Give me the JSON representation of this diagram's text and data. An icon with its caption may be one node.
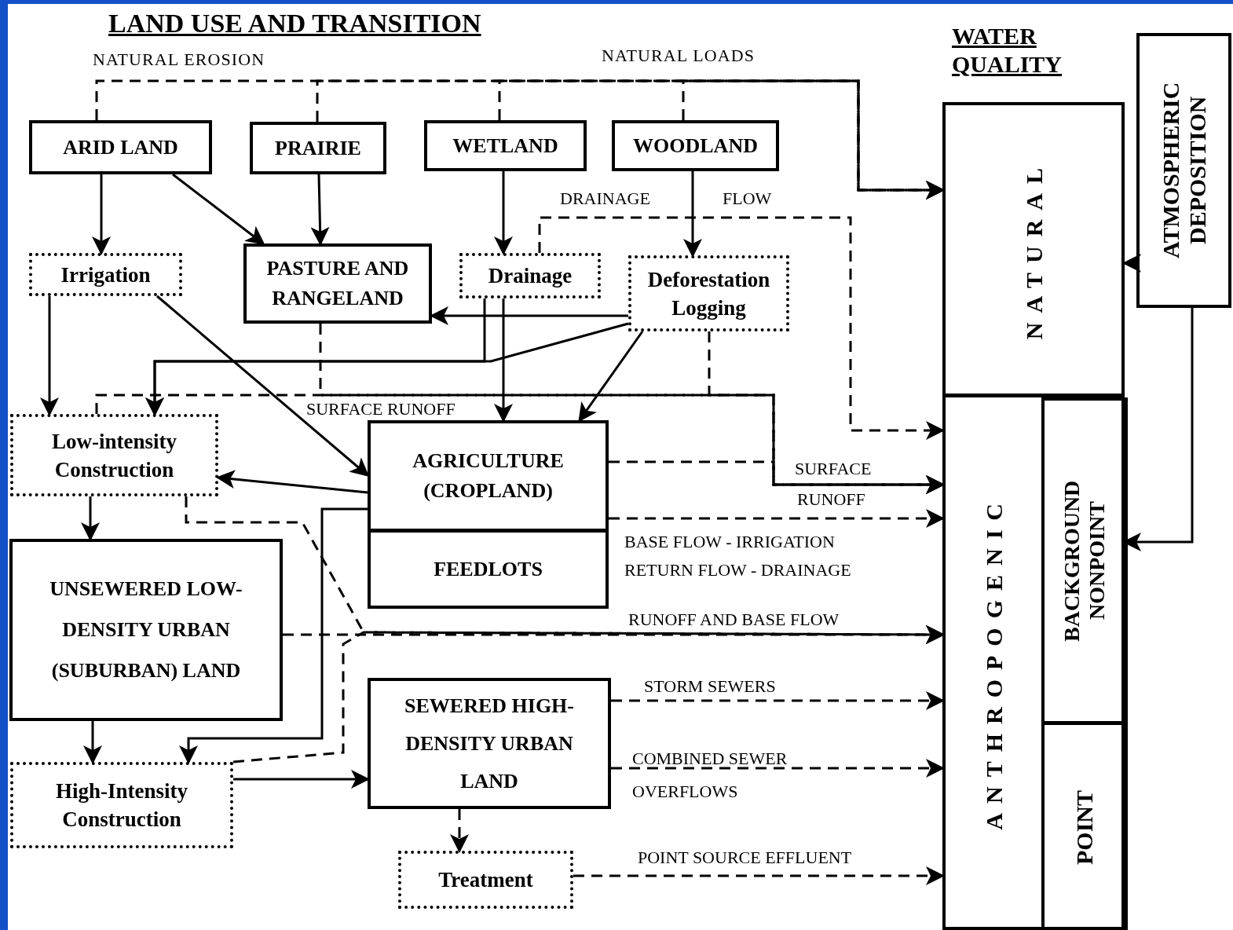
{
  "diagram": {
    "title": "LAND USE AND TRANSITION",
    "nodes": [
      {
        "text": [
          "ARID LAND"
        ]
      },
      {
        "text": [
          "PRAIRIE"
        ]
      },
      {
        "text": [
          "WETLAND"
        ]
      },
      {
        "text": [
          "WOODLAND"
        ]
      },
      {
        "text": [
          "Irrigation"
        ]
      },
      {
        "text": [
          "PASTURE AND RANGELAND"
        ]
      },
      {
        "text": [
          "Drainage"
        ]
      },
      {
        "text": [
          "Deforestation Logging"
        ]
      },
      {
        "text": [
          "Low-intensity Construction"
        ]
      },
      {
        "text": [
          "AGRICULTURE (CROPLAND)"
        ]
      },
      {
        "text": [
          "FEEDLOTS"
        ]
      },
      {
        "text": [
          "UNSEWERED LOW-DENSITY URBAN (SUBURBAN) LAND"
        ]
      },
      {
        "text": [
          "High-Intensity Construction"
        ]
      },
      {
        "text": [
          "SEWERED HIGH-DENSITY URBAN LAND"
        ]
      },
      {
        "text": [
          "Treatment"
        ]
      },
      {
        "text": [
          "WATER QUALITY"
        ]
      },
      {
        "text": [
          "NATURAL"
        ],
        "in": 15
      },
      {
        "text": [
          "ANTHROPOGENIC"
        ],
        "in": 15
      },
      {
        "text": [
          "BACKGROUND NONPOINT"
        ],
        "in": 17
      },
      {
        "text": [
          "POINT"
        ],
        "in": 17
      },
      {
        "text": [
          "ATMOSPHERIC DEPOSITION"
        ]
      }
    ],
    "edges": [
      {
        "from": 0,
        "to": 16,
        "arrow": "to",
        "style": "dashed"
      },
      {
        "from": 1,
        "to": 16,
        "arrow": "to",
        "style": "dashed"
      },
      {
        "from": 2,
        "to": 16,
        "arrow": "to",
        "style": "dashed"
      },
      {
        "from": 3,
        "to": 16,
        "arrow": "to",
        "style": "dashed"
      },
      {
        "from": 0,
        "to": 4,
        "arrow": "to"
      },
      {
        "from": 0,
        "to": 5,
        "arrow": "to"
      },
      {
        "from": 1,
        "to": 5,
        "arrow": "to"
      },
      {
        "from": 2,
        "to": 6,
        "arrow": "to"
      },
      {
        "from": 3,
        "to": 7,
        "arrow": "to"
      },
      {
        "from": 6,
        "to": 17,
        "arrow": "to",
        "style": "dashed"
      },
      {
        "from": 7,
        "to": 5,
        "arrow": "to"
      },
      {
        "from": 7,
        "to": 8,
        "arrow": "to"
      },
      {
        "from": 6,
        "to": 8,
        "arrow": "to"
      },
      {
        "from": 6,
        "to": 9,
        "arrow": "to"
      },
      {
        "from": 7,
        "to": 9,
        "arrow": "to"
      },
      {
        "from": 4,
        "to": 8,
        "arrow": "to"
      },
      {
        "from": 4,
        "to": 9,
        "arrow": "to"
      },
      {
        "from": 5,
        "to": 17,
        "arrow": "to",
        "style": "dashed"
      },
      {
        "from": 7,
        "to": 17,
        "arrow": "to",
        "style": "dashed"
      },
      {
        "from": 8,
        "to": 17,
        "arrow": "to",
        "style": "dashed"
      },
      {
        "from": 9,
        "to": 17,
        "arrow": "to",
        "style": "dashed"
      },
      {
        "from": 9,
        "to": 17,
        "arrow": "to",
        "style": "dashed",
        "label": "BASE FLOW - IRRIGATION RETURN FLOW - DRAINAGE"
      },
      {
        "from": 9,
        "to": 8,
        "arrow": "to"
      },
      {
        "from": 9,
        "to": 12,
        "arrow": "to"
      },
      {
        "from": 8,
        "to": 11,
        "arrow": "to"
      },
      {
        "from": 8,
        "to": 17,
        "arrow": "to",
        "style": "dashed"
      },
      {
        "from": 11,
        "to": 17,
        "arrow": "to",
        "style": "dashed"
      },
      {
        "from": 12,
        "to": 17,
        "arrow": "to",
        "style": "dashed"
      },
      {
        "from": 11,
        "to": 12,
        "arrow": "to"
      },
      {
        "from": 12,
        "to": 13,
        "arrow": "to"
      },
      {
        "from": 13,
        "to": 17,
        "arrow": "to",
        "style": "dashed",
        "label": "STORM SEWERS"
      },
      {
        "from": 13,
        "to": 17,
        "arrow": "to",
        "style": "dashed",
        "label": "COMBINED SEWER OVERFLOWS"
      },
      {
        "from": 13,
        "to": 14,
        "arrow": "to",
        "style": "dashed"
      },
      {
        "from": 14,
        "to": 17,
        "arrow": "to",
        "style": "dashed",
        "label": "POINT SOURCE EFFLUENT"
      },
      {
        "from": 20,
        "to": 16,
        "arrow": "to"
      },
      {
        "from": 20,
        "to": 18,
        "arrow": "to"
      }
    ],
    "labels": [
      "NATURAL EROSION",
      "NATURAL LOADS",
      "DRAINAGE",
      "FLOW",
      "SURFACE RUNOFF",
      "SURFACE",
      "RUNOFF",
      "RUNOFF AND BASE FLOW"
    ]
  }
}
